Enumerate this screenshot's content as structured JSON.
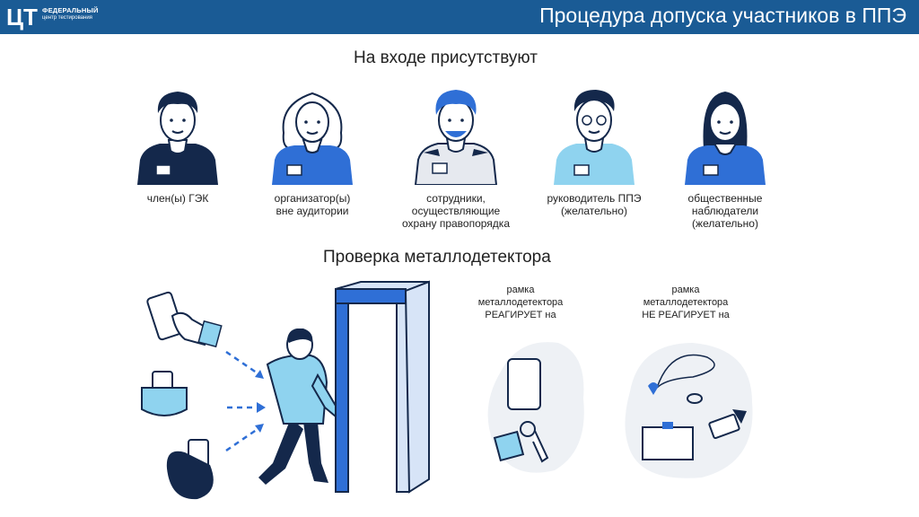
{
  "header": {
    "logo_line1": "ФЕДЕРАЛЬНЫЙ",
    "logo_line2": "центр тестирования",
    "title": "Процедура допуска участников в ППЭ",
    "colors": {
      "bar": "#1a5b95",
      "accent": "#2f6fd6",
      "light_blue": "#8fd3ef"
    }
  },
  "section1": {
    "title": "На входе присутствуют",
    "people": [
      {
        "icon": "gek-member-icon",
        "caption": "член(ы) ГЭК"
      },
      {
        "icon": "organizer-icon",
        "caption": "организатор(ы)\nвне аудитории"
      },
      {
        "icon": "police-officer-icon",
        "caption": "сотрудники,\nосуществляющие\nохрану правопорядка"
      },
      {
        "icon": "ppe-head-icon",
        "caption": "руководитель ППЭ\n(желательно)"
      },
      {
        "icon": "observer-icon",
        "caption": "общественные\nнаблюдатели\n(желательно)"
      }
    ]
  },
  "section2": {
    "title": "Проверка металлодетектора",
    "reacts_label": "рамка\nметаллодетектора\nРЕАГИРУЕТ на",
    "not_reacts_label": "рамка\nметаллодетектора\nНЕ РЕАГИРУЕТ на"
  }
}
